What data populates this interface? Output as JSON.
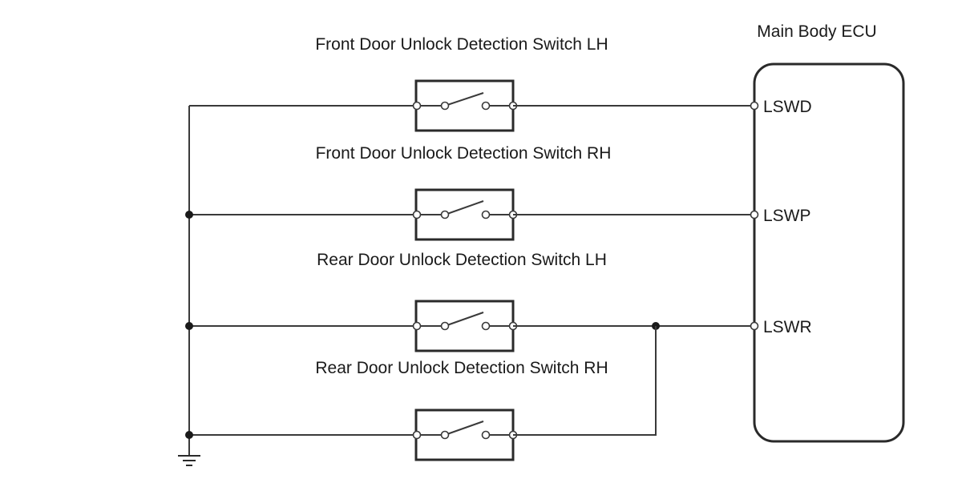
{
  "ecu": {
    "title": "Main Body ECU",
    "pins": [
      "LSWD",
      "LSWP",
      "LSWR"
    ]
  },
  "switches": [
    {
      "label": "Front Door Unlock Detection Switch LH",
      "pin": "LSWD"
    },
    {
      "label": "Front Door Unlock Detection Switch RH",
      "pin": "LSWP"
    },
    {
      "label": "Rear Door Unlock Detection Switch LH",
      "pin": "LSWR"
    },
    {
      "label": "Rear Door Unlock Detection Switch RH",
      "pin": "LSWR"
    }
  ],
  "ground": {
    "icon": "ground-icon"
  }
}
